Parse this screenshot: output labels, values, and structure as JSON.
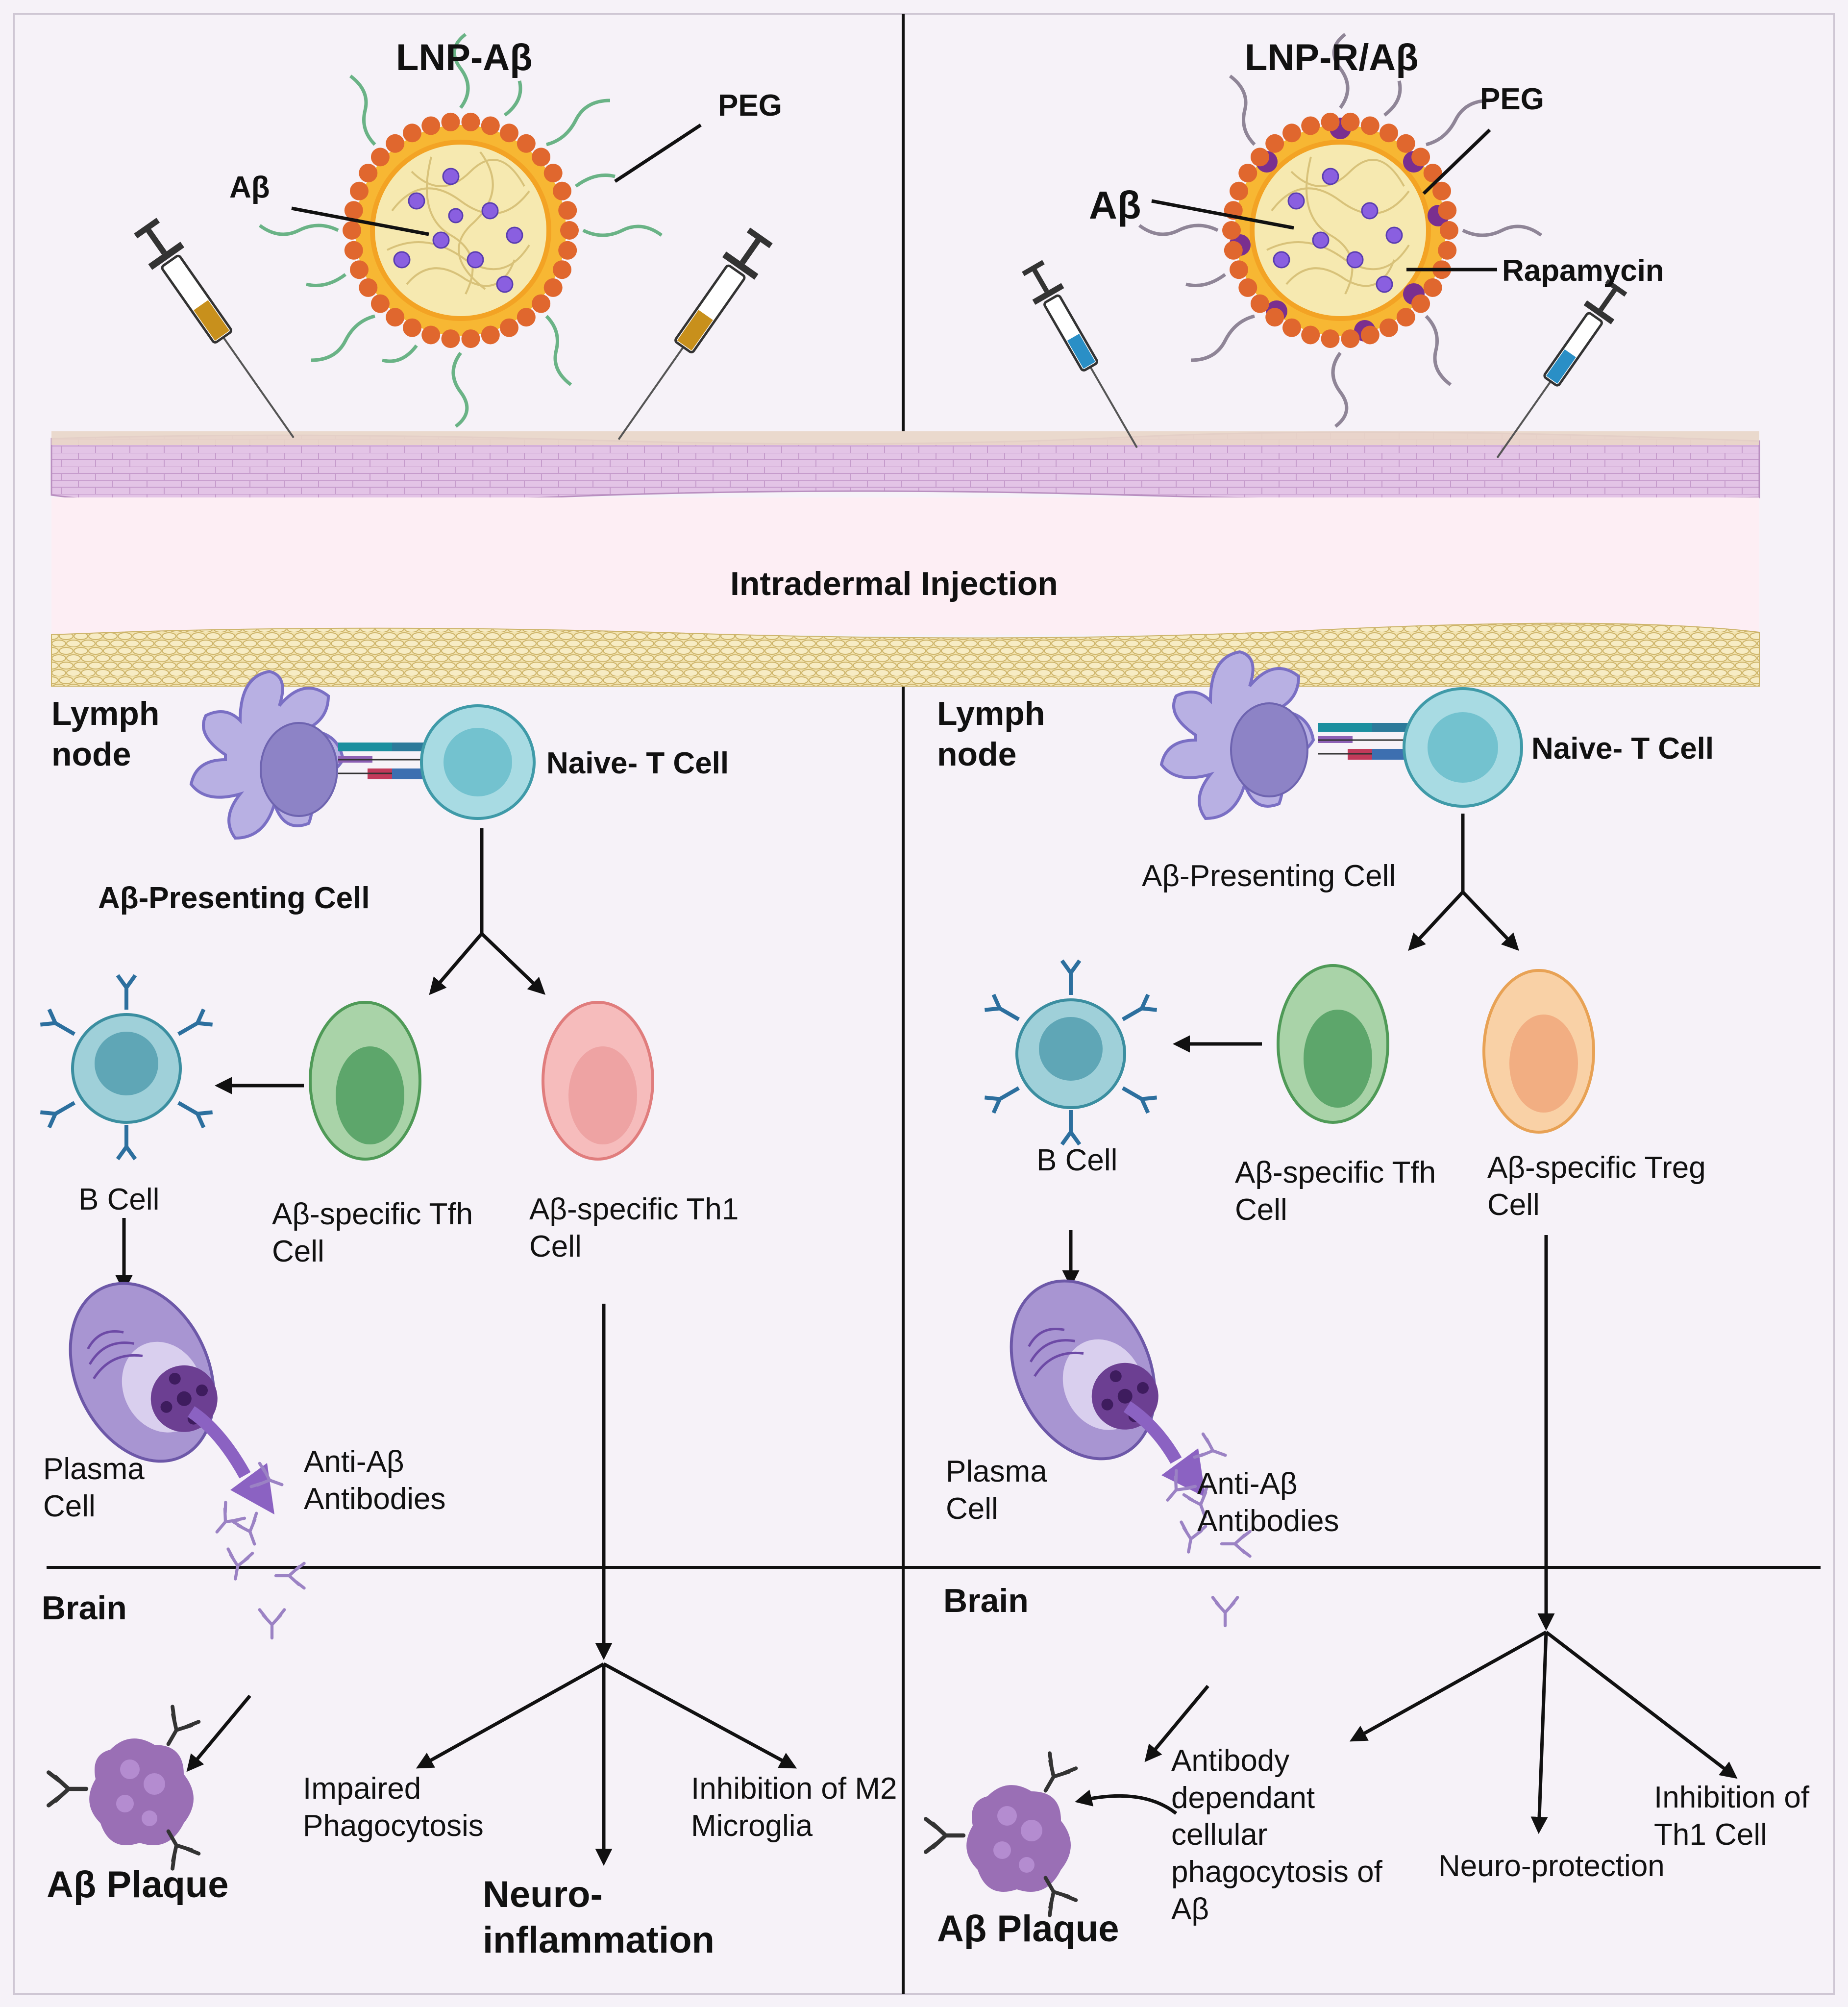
{
  "left_panel": {
    "nanoparticle_title": "LNP-Aβ",
    "peg_label": "PEG",
    "abeta_label": "Aβ",
    "lymph_node": [
      "Lymph",
      "node"
    ],
    "naive_t_cell": "Naive- T Cell",
    "presenting_cell": "Aβ-Presenting Cell",
    "b_cell": "B Cell",
    "tfh_cell": [
      "Aβ-specific Tfh",
      "Cell"
    ],
    "th1_cell": [
      "Aβ-specific Th1",
      "Cell"
    ],
    "plasma_cell": [
      "Plasma",
      "Cell"
    ],
    "antibodies": [
      "Anti-Aβ",
      "Antibodies"
    ],
    "brain": "Brain",
    "plaque": "Aβ Plaque",
    "impaired_phagocytosis": [
      "Impaired",
      "Phagocytosis"
    ],
    "inhibition_m2": [
      "Inhibition of M2",
      "Microglia"
    ],
    "neuroinflammation": [
      "Neuro-",
      "inflammation"
    ]
  },
  "right_panel": {
    "nanoparticle_title": "LNP-R/Aβ",
    "peg_label": "PEG",
    "abeta_label": "Aβ",
    "rapamycin_label": "Rapamycin",
    "lymph_node": [
      "Lymph",
      "node"
    ],
    "naive_t_cell": "Naive- T Cell",
    "presenting_cell": "Aβ-Presenting Cell",
    "b_cell": "B Cell",
    "tfh_cell": [
      "Aβ-specific Tfh",
      "Cell"
    ],
    "treg_cell": [
      "Aβ-specific Treg",
      "Cell"
    ],
    "plasma_cell": [
      "Plasma",
      "Cell"
    ],
    "antibodies": [
      "Anti-Aβ",
      "Antibodies"
    ],
    "brain": "Brain",
    "plaque": "Aβ Plaque",
    "adcp": [
      "Antibody",
      "dependant",
      "cellular",
      "phagocytosis of",
      "Aβ"
    ],
    "neuroprotection": "Neuro-protection",
    "inhibition_th1": [
      "Inhibition of",
      "Th1 Cell"
    ]
  },
  "injection_label": "Intradermal Injection",
  "colors": {
    "background": "#f6f2f8",
    "skin_top": "#d9b5dd",
    "skin_dermis": "#fdeef4",
    "fat_layer": "#f1e2ab",
    "apc": "#b8b0e3",
    "naive_t": "#a8dbe3",
    "b_cell": "#9fd0d9",
    "tfh": "#a9d3a8",
    "th1": "#f6bcbc",
    "treg": "#f9d1a6",
    "plasma": "#a895d2",
    "antibody": "#9b82c4",
    "plaque": "#9a6fb5",
    "lipid_head": "#e0672e",
    "syringe_left": "#c8901c",
    "syringe_right": "#2a8fc6"
  }
}
